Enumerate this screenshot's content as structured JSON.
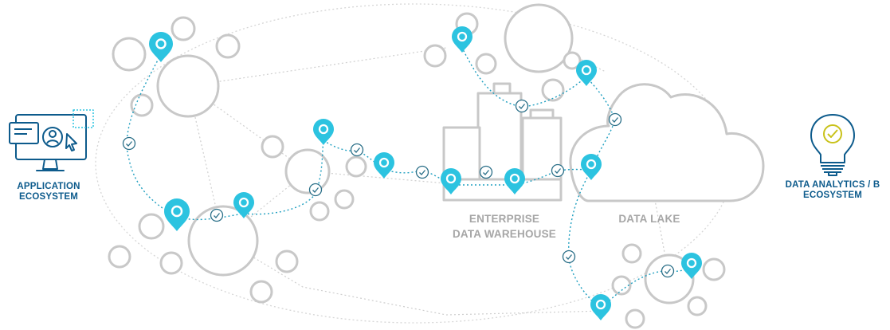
{
  "labels": {
    "application": {
      "line1": "APPLICATION",
      "line2": "ECOSYSTEM"
    },
    "warehouse": {
      "line1": "ENTERPRISE",
      "line2": "DATA WAREHOUSE"
    },
    "data_lake": "DATA LAKE",
    "analytics": {
      "line1": "DATA ANALYTICS / B",
      "line2": "ECOSYSTEM"
    }
  },
  "colors": {
    "accent": "#2cc3e0",
    "brand": "#0d5b8c",
    "structure": "#c8c8c8",
    "check": "#2a6f88",
    "bulb_check": "#c9c21a"
  },
  "icons": {
    "application": "monitor-user-icon",
    "analytics": "lightbulb-check-icon",
    "pins": "location-pin-icon",
    "checks": "check-circle-icon"
  }
}
